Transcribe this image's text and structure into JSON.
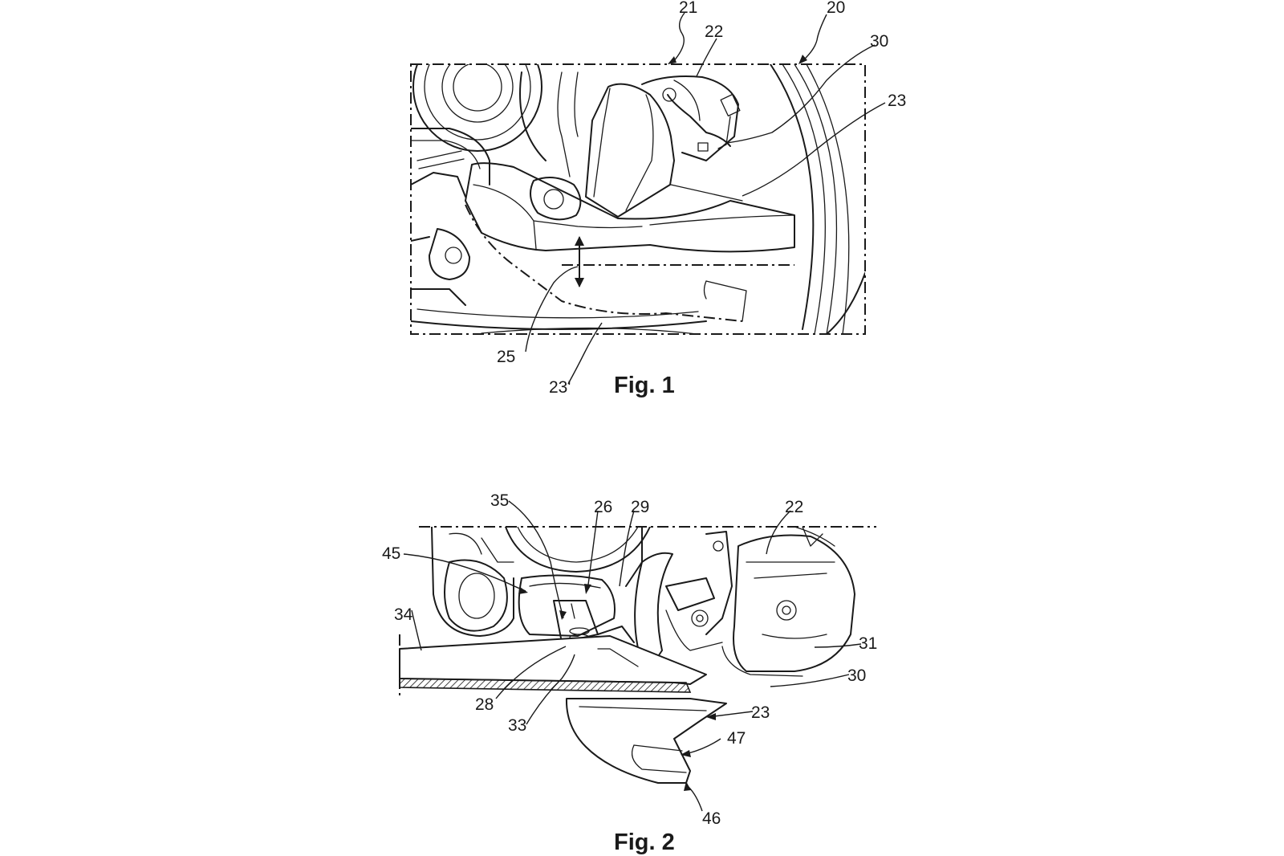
{
  "figure1": {
    "caption": "Fig. 1",
    "labels": {
      "l20": "20",
      "l21": "21",
      "l22": "22",
      "l30": "30",
      "l23": "23",
      "l25": "25",
      "l23p": "23'"
    }
  },
  "figure2": {
    "caption": "Fig. 2",
    "labels": {
      "l35": "35",
      "l26": "26",
      "l29": "29",
      "l22": "22",
      "l45": "45",
      "l34": "34",
      "l31": "31",
      "l30": "30",
      "l28": "28",
      "l33": "33",
      "l23": "23",
      "l47": "47",
      "l46": "46"
    }
  }
}
